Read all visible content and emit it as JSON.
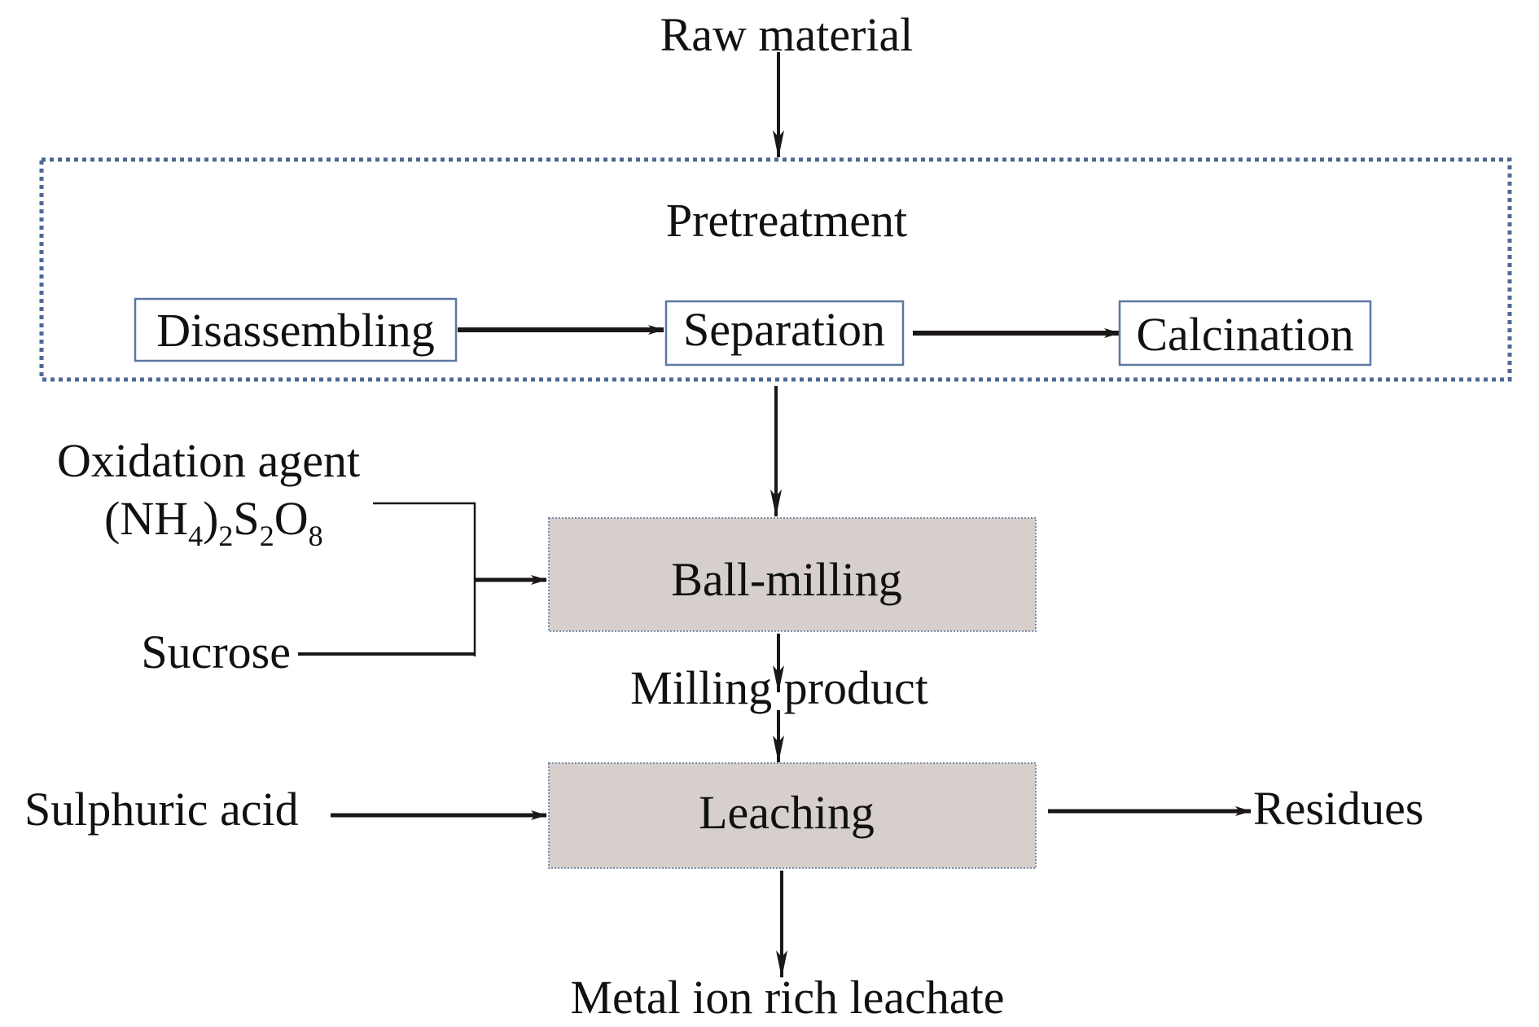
{
  "diagram": {
    "type": "process-flowchart",
    "nodes": {
      "raw_material": "Raw material",
      "pretreatment": {
        "title": "Pretreatment",
        "steps": [
          "Disassembling",
          "Separation",
          "Calcination"
        ]
      },
      "oxidation_agent": {
        "label": "Oxidation agent",
        "formula": {
          "open": "(NH",
          "n1": "4",
          "close": ")",
          "n2": "2",
          "s": "S",
          "n3": "2",
          "o": "O",
          "n4": "8"
        }
      },
      "sucrose": "Sucrose",
      "ball_milling": "Ball-milling",
      "milling_product": "Milling product",
      "sulphuric_acid": "Sulphuric acid",
      "leaching": "Leaching",
      "residues": "Residues",
      "leachate": "Metal ion rich leachate"
    },
    "edges": [
      [
        "Raw material",
        "Pretreatment"
      ],
      [
        "Disassembling",
        "Separation"
      ],
      [
        "Separation",
        "Calcination"
      ],
      [
        "Pretreatment",
        "Ball-milling"
      ],
      [
        "Oxidation agent (NH4)2S2O8",
        "Ball-milling"
      ],
      [
        "Sucrose",
        "Ball-milling"
      ],
      [
        "Ball-milling",
        "Milling product"
      ],
      [
        "Milling product",
        "Leaching"
      ],
      [
        "Sulphuric acid",
        "Leaching"
      ],
      [
        "Leaching",
        "Residues"
      ],
      [
        "Leaching",
        "Metal ion rich leachate"
      ]
    ],
    "colors": {
      "text": "#111111",
      "arrow": "#1a1716",
      "group_border": "#4f6a93",
      "step_border": "#5b77a3",
      "process_fill": "#d6cfcc",
      "process_border": "#7f8fa8"
    }
  }
}
